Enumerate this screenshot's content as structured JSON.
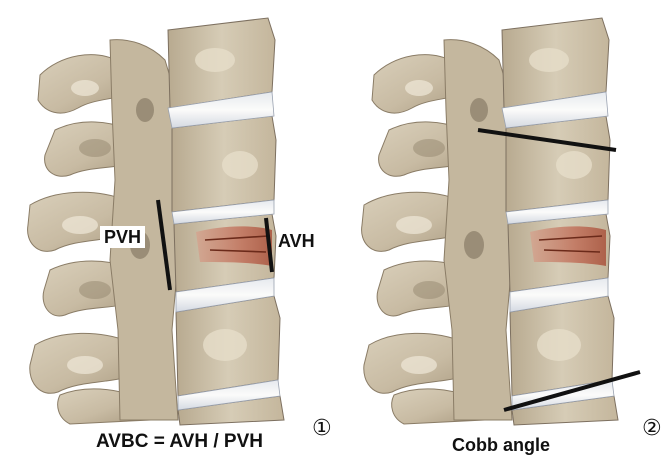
{
  "figure": {
    "panels": [
      {
        "labels": {
          "pvh": "PVH",
          "avh": "AVH"
        },
        "caption": "AVBC = AVH / PVH",
        "number": "①"
      },
      {
        "caption": "Cobb angle",
        "number": "②"
      }
    ]
  },
  "colors": {
    "bone": "#cbbfa8",
    "bone_light": "#e0d8c6",
    "bone_dark": "#7a6d5a",
    "disc": "#f2f1ee",
    "disc_blue": "#d8dde6",
    "fracture": "#c0705a",
    "fracture_dark": "#8a3a28",
    "line": "#111111",
    "text": "#111111"
  }
}
